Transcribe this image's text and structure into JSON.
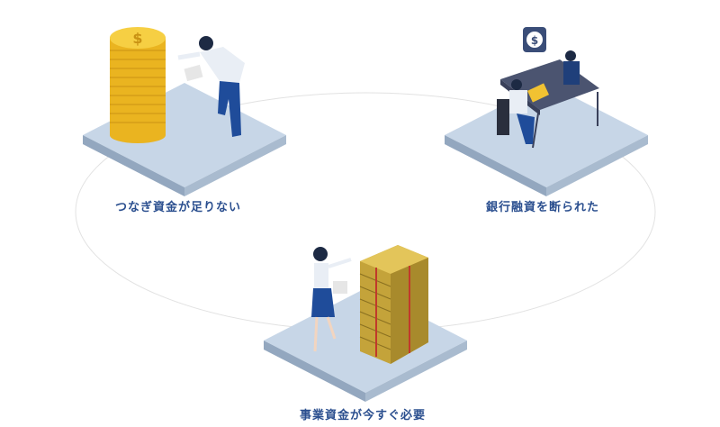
{
  "labels": {
    "left": "つなぎ資金が足りない",
    "right": "銀行融資を断られた",
    "bottom": "事業資金が今すぐ必要"
  },
  "colors": {
    "label": "#2b4f8f",
    "platform_top": "#c5d5e6",
    "platform_side": "#8fa3bb",
    "coin": "#f2c230"
  }
}
